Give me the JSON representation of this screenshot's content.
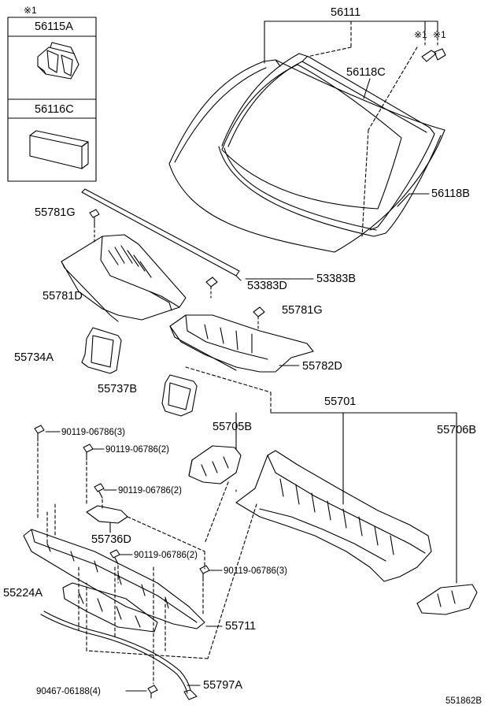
{
  "diagram": {
    "footnote_mark": "※1",
    "diagram_id": "551862B",
    "inset": {
      "top_part": "56115A",
      "bottom_part": "56116C"
    },
    "windshield_marks": [
      "※1",
      "※1"
    ],
    "parts": {
      "p56111": "56111",
      "p56118C": "56118C",
      "p56118B": "56118B",
      "p55781G_a": "55781G",
      "p55781D": "55781D",
      "p53383D": "53383D",
      "p53383B": "53383B",
      "p55781G_b": "55781G",
      "p55734A": "55734A",
      "p55782D": "55782D",
      "p55737B": "55737B",
      "p55701": "55701",
      "p55705B": "55705B",
      "p55706B": "55706B",
      "bolt1": "90119-06786(3)",
      "bolt2": "90119-06786(2)",
      "bolt3": "90119-06786(2)",
      "p55736D": "55736D",
      "bolt4": "90119-06786(2)",
      "bolt5": "90119-06786(3)",
      "p55224A": "55224A",
      "p55711": "55711",
      "clip": "90467-06188(4)",
      "p55797A": "55797A"
    }
  }
}
